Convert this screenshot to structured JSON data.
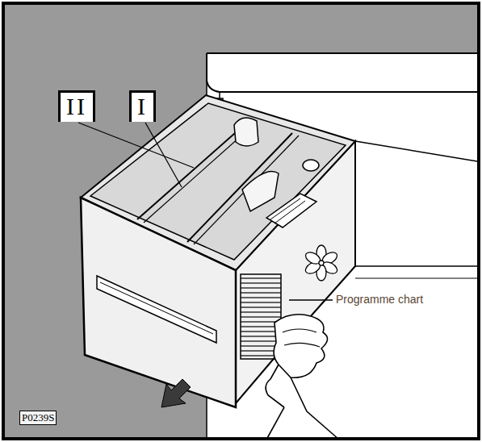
{
  "diagram": {
    "labels": [
      "II",
      "I",
      "Programme chart",
      "P0239S"
    ]
  }
}
